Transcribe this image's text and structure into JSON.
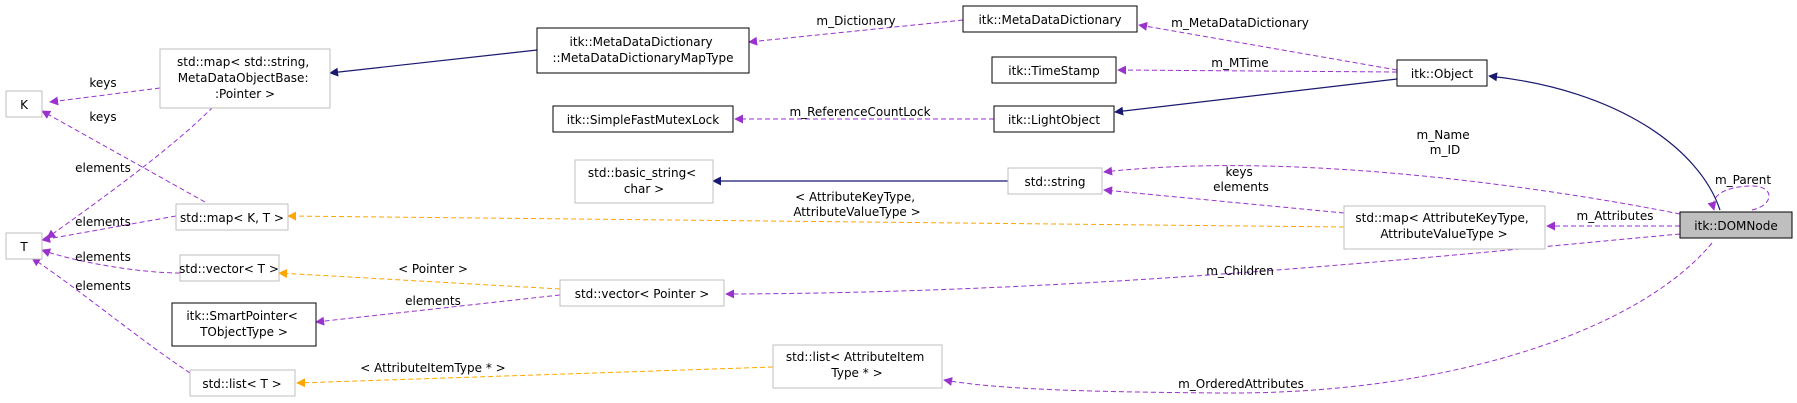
{
  "nodes": {
    "metadatadictionary_map_type": [
      "itk::MetaDataDictionary",
      "::MetaDataDictionaryMapType"
    ],
    "metadatadictionary": [
      "itk::MetaDataDictionary"
    ],
    "object": [
      "itk::Object"
    ],
    "timestamp": [
      "itk::TimeStamp"
    ],
    "simplefastmutexlock": [
      "itk::SimpleFastMutexLock"
    ],
    "lightobject": [
      "itk::LightObject"
    ],
    "map_metadataobjectbase": [
      "std::map< std::string,",
      "MetaDataObjectBase:",
      ":Pointer >"
    ],
    "k": [
      "K"
    ],
    "t": [
      "T"
    ],
    "basic_string": [
      "std::basic_string<",
      "char >"
    ],
    "string": [
      "std::string"
    ],
    "map_k_t": [
      "std::map< K, T >"
    ],
    "map_attribute": [
      "std::map< AttributeKeyType,",
      "AttributeValueType >"
    ],
    "domnode": [
      "itk::DOMNode"
    ],
    "vector_t": [
      "std::vector< T >"
    ],
    "vector_pointer": [
      "std::vector< Pointer >"
    ],
    "smartpointer": [
      "itk::SmartPointer<",
      "TObjectType >"
    ],
    "list_attributeitem": [
      "std::list< AttributeItem",
      "Type * >"
    ],
    "list_t": [
      "std::list< T >"
    ]
  },
  "edge_labels": {
    "m_dictionary": [
      "m_Dictionary"
    ],
    "m_metadatadictionary": [
      "m_MetaDataDictionary"
    ],
    "m_mtime": [
      "m_MTime"
    ],
    "m_referencecountlock": [
      "m_ReferenceCountLock"
    ],
    "keys_map_to_k": [
      "keys"
    ],
    "keys_mapkt_to_k": [
      "keys"
    ],
    "elements_map_to_t": [
      "elements"
    ],
    "elements_mapkt_to_t": [
      "elements"
    ],
    "elements_vector_to_t": [
      "elements"
    ],
    "elements_list_to_t": [
      "elements"
    ],
    "m_name_id": [
      "m_Name",
      "m_ID"
    ],
    "keys_elements_string": [
      "keys",
      "elements"
    ],
    "m_parent": [
      "m_Parent"
    ],
    "template_attr": [
      "< AttributeKeyType,",
      "AttributeValueType >"
    ],
    "m_attributes": [
      "m_Attributes"
    ],
    "template_pointer": [
      "< Pointer >"
    ],
    "elements_smartpointer": [
      "elements"
    ],
    "m_children": [
      "m_Children"
    ],
    "template_attributeitem": [
      "< AttributeItemType * >"
    ],
    "m_orderedattributes": [
      "m_OrderedAttributes"
    ]
  },
  "colors": {
    "inheritance": "#191970",
    "usage": "#9a32cd",
    "template_instance": "#ffa500",
    "documented_border": "#000000",
    "undocumented_border": "#bfbfbf",
    "focus_fill": "#bfbfbf"
  }
}
